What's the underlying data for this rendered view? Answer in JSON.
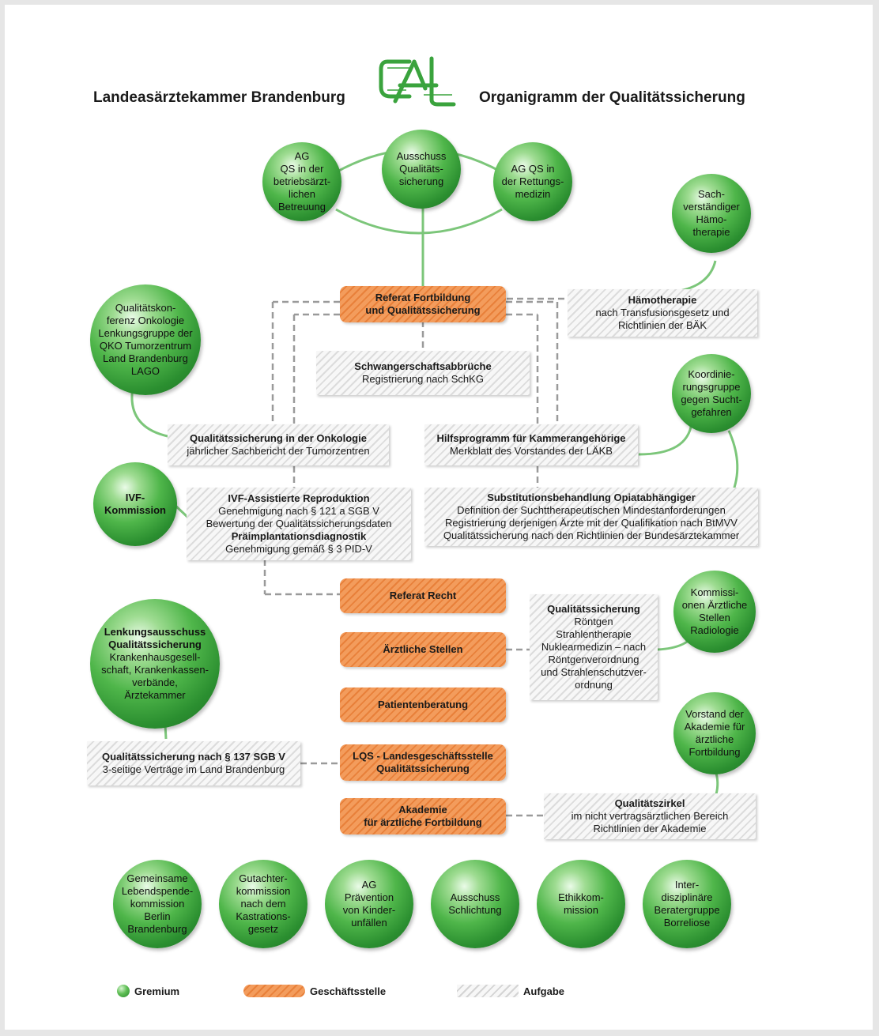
{
  "header": {
    "left_title": "Landeasärztekammer Brandenburg",
    "right_title": "Organigramm der Qualitätssicherung",
    "logo": "lakb-logo"
  },
  "gremien_top": {
    "ag_betrieb": "AG\nQS in der\nbetriebsärzt-\nlichen\nBetreuung",
    "ausschuss_qs": "Ausschuss\nQualitäts-\nsicherung",
    "ag_rettung": "AG QS in\nder Rettungs-\nmedizin",
    "sachverstaendiger": "Sach-\nverständiger\nHämo-\ntherapie",
    "qko": "Qualitätskon-\nferenz Onkologie\nLenkungsgruppe der\nQKO Tumorzentrum\nLand Brandenburg\nLAGO",
    "koordinierung": "Koordinie-\nrungsgruppe\ngegen Sucht-\ngefahren",
    "ivf": "IVF-\nKommission",
    "lenkungsausschuss_title": "Lenkungsausschuss\nQualitätssicherung",
    "lenkungsausschuss_body": "Krankenhausgesell-\nschaft, Krankenkassen-\nverbände,\nÄrztekammer",
    "kommissionen_radiologie": "Kommissi-\nonen Ärztliche\nStellen\nRadiologie",
    "vorstand_akademie": "Vorstand der\nAkademie für\närztliche\nFortbildung"
  },
  "gremien_bottom": [
    "Gemeinsame\nLebendspende-\nkommission Berlin\nBrandenburg",
    "Gutachter-\nkommission\nnach dem\nKastrations-\ngesetz",
    "AG\nPrävention\nvon Kinder-\nunfällen",
    "Ausschuss\nSchlichtung",
    "Ethikkom-\nmission",
    "Inter-\ndisziplinäre\nBeratergruppe\nBorreliose"
  ],
  "geschaeftsstellen": {
    "referat_fortbildung": [
      "Referat Fortbildung",
      "und Qualitätssicherung"
    ],
    "referat_recht": [
      "Referat Recht"
    ],
    "aerztliche_stellen": [
      "Ärztliche Stellen"
    ],
    "patientenberatung": [
      "Patientenberatung"
    ],
    "lqs": [
      "LQS - Landesgeschäftsstelle",
      "Qualitätssicherung"
    ],
    "akademie": [
      "Akademie",
      "für ärztliche Fortbildung"
    ]
  },
  "aufgaben": {
    "haemotherapie": {
      "title": "Hämotherapie",
      "lines": [
        "nach Transfusionsgesetz und",
        "Richtlinien der BÄK"
      ]
    },
    "schwangerschaft": {
      "title": "Schwangerschaftsabbrüche",
      "lines": [
        "Registrierung nach SchKG"
      ]
    },
    "onkologie": {
      "title": "Qualitätssicherung in der Onkologie",
      "lines": [
        "jährlicher Sachbericht der Tumorzentren"
      ]
    },
    "hilfsprogramm": {
      "title": "Hilfsprogramm für Kammerangehörige",
      "lines": [
        "Merkblatt des Vorstandes der LÄKB"
      ]
    },
    "ivf_repro": {
      "title": "IVF-Assistierte Reproduktion",
      "lines": [
        "Genehmigung nach § 121 a SGB V",
        "Bewertung der Qualitätssicherungsdaten"
      ],
      "title2": "Präimplantationsdiagnostik",
      "lines2": [
        "Genehmigung gemäß § 3 PID-V"
      ]
    },
    "substitution": {
      "title": "Substitutionsbehandlung Opiatabhängiger",
      "lines": [
        "Definition der Suchttherapeutischen Mindestanforderungen",
        "Registrierung derjenigen Ärzte mit der Qualifikation nach BtMVV",
        "Qualitätssicherung nach den Richtlinien der Bundesärztekammer"
      ]
    },
    "roentgen": {
      "title": "Qualitätssicherung",
      "lines": [
        "Röntgen",
        "Strahlentherapie",
        "Nuklearmedizin – nach",
        "Röntgenverordnung",
        "und Strahlenschutzver-",
        "ordnung"
      ]
    },
    "sgb137": {
      "title": "Qualitätssicherung nach § 137 SGB V",
      "lines": [
        "3-seitige Verträge im Land Brandenburg"
      ]
    },
    "qzirkel": {
      "title": "Qualitätszirkel",
      "lines": [
        "im nicht vertragsärztlichen Bereich",
        "Richtlinien der Akademie"
      ]
    }
  },
  "legend": {
    "gremium": "Gremium",
    "geschaeftsstelle": "Geschäftsstelle",
    "aufgabe": "Aufgabe"
  },
  "colors": {
    "gremium_green": "#3aa33d",
    "geschaeftsstelle_orange": "#ee8a45",
    "aufgabe_gray": "#e2e2e2",
    "logo_green": "#3aa33d"
  }
}
